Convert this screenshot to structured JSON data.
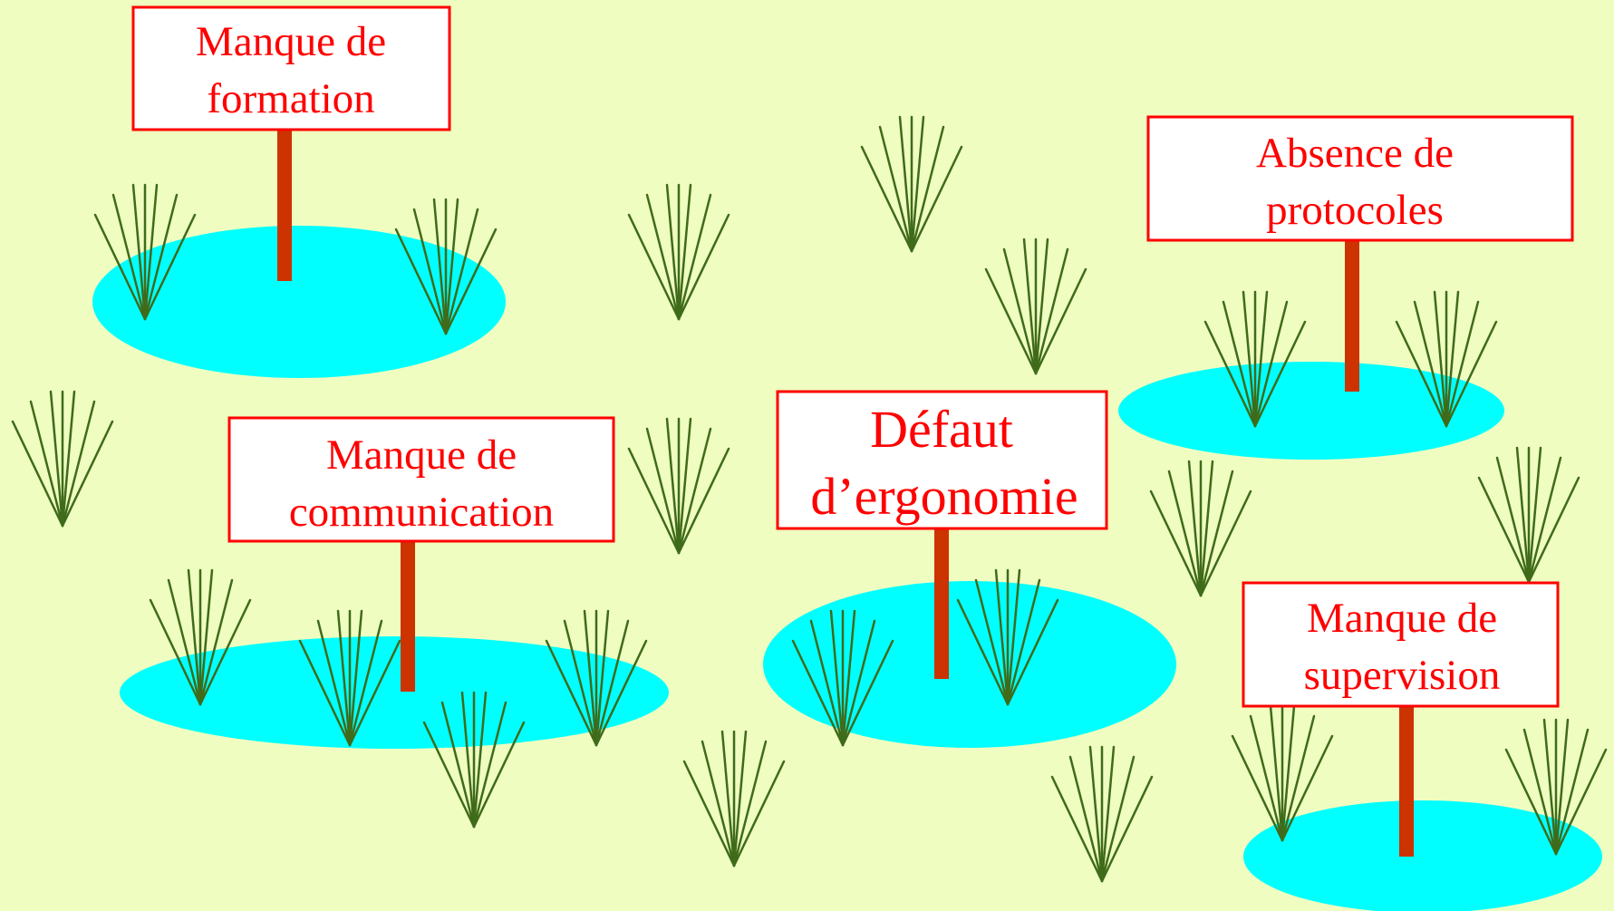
{
  "colors": {
    "background": "#EFFDC0",
    "pond": "#00FFFF",
    "grass": "#3F6B1A",
    "post": "#CC3300",
    "sign_border": "#FF0000",
    "sign_text": "#FF0000",
    "sign_fill": "#FFFFFF"
  },
  "signs": [
    {
      "id": "formation",
      "lines": [
        "Manque de",
        "formation"
      ]
    },
    {
      "id": "communication",
      "lines": [
        "Manque de",
        "communication"
      ]
    },
    {
      "id": "ergonomie",
      "lines": [
        "Défaut",
        "d’ergonomie"
      ]
    },
    {
      "id": "protocoles",
      "lines": [
        "Absence de",
        "protocoles"
      ]
    },
    {
      "id": "supervision",
      "lines": [
        "Manque de",
        "supervision"
      ]
    }
  ],
  "icons": {
    "grass": "grass-tuft-icon",
    "pond": "water-pond"
  }
}
